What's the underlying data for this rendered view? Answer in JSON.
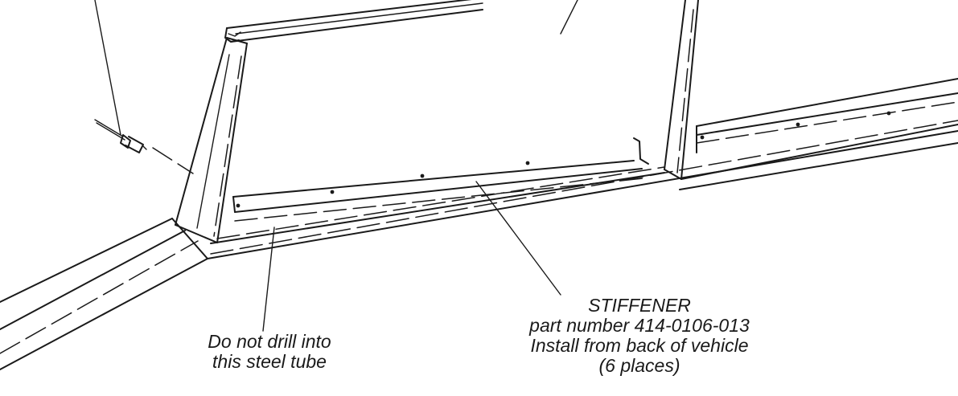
{
  "tube_note": {
    "line1": "Do not drill into",
    "line2": "this steel tube"
  },
  "stiffener_note": {
    "title": "STIFFENER",
    "part": "part number 414-0106-013",
    "instruction": "Install from back of vehicle",
    "count": "(6 places)"
  }
}
